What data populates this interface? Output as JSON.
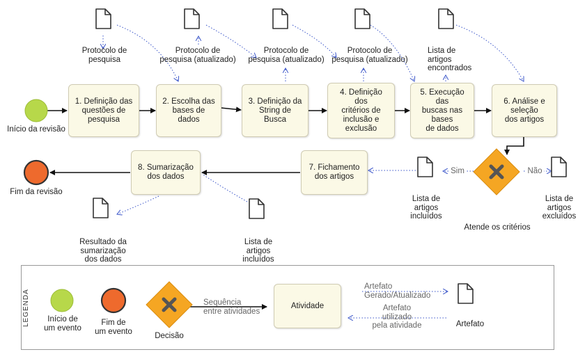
{
  "tasks": {
    "t1": "1. Definição das\nquestões de\npesquisa",
    "t2": "2. Escolha das\nbases de\ndados",
    "t3": "3. Definição da\nString de\nBusca",
    "t4": "4. Definição\ndos\ncritérios de\ninclusão e\nexclusão",
    "t5": "5. Execução\ndas\nbuscas nas\nbases\nde dados",
    "t6": "6. Análise e\nseleção\ndos artigos",
    "t7": "7. Fichamento\ndos artigos",
    "t8": "8. Sumarização\ndos dados"
  },
  "artifacts": {
    "a1": "Protocolo de\npesquisa",
    "a2": "Protocolo de\npesquisa (atualizado)",
    "a3": "Protocolo de\npesquisa (atualizado)",
    "a4": "Protocolo de\npesquisa (atualizado)",
    "a5": "Lista de\nartigos\nencontrados",
    "a6": "Lista de\nartigos\nincluídos",
    "a7": "Lista de\nartigos\nexcluídos",
    "a8": "Lista de\nartigos\nincluídos",
    "a9": "Resultado da\nsumarização\ndos dados"
  },
  "events": {
    "start": "Início da revisão",
    "end": "Fim da revisão"
  },
  "gateway": {
    "label": "Atende os critérios",
    "yes": "Sim",
    "no": "Não"
  },
  "legend": {
    "title": "LEGENDA",
    "start": "Início de\num evento",
    "end": "Fim de\num evento",
    "decision": "Decisão",
    "sequence": "Sequência\nentre atividades",
    "activity": "Atividade",
    "generated": "Artefato\nGerado/Atualizado",
    "used": "Artefato\nutilizado\npela atividade",
    "artifact": "Artefato"
  },
  "colors": {
    "start_event": "#b7d84a",
    "end_event": "#ee6a2d",
    "gateway": "#f5a623",
    "task_fill": "#fbf9e6",
    "association": "#3a55c9"
  }
}
